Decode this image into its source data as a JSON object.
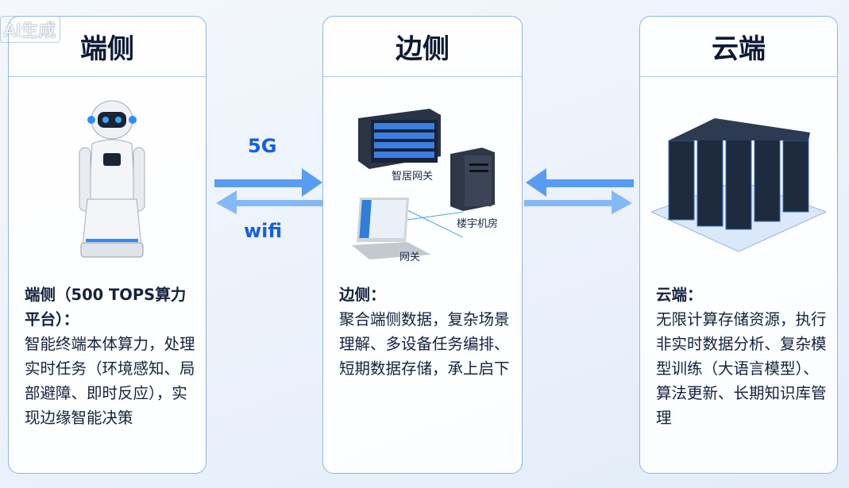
{
  "watermark": "AI生成",
  "panels": {
    "device": {
      "title": "端侧",
      "desc_title": "端侧（500 TOPS算力平台）：",
      "desc": "智能终端本体算力，处理实时任务（环境感知、局部避障、即时反应），实现边缘智能决策"
    },
    "edge": {
      "title": "边侧",
      "desc_title": "边侧：",
      "desc": "聚合端侧数据，复杂场景理解、多设备任务编排、短期数据存储，承上启下",
      "labels": {
        "smart_home_gateway": "智居网关",
        "building_room": "楼宇机房",
        "gateway": "网关"
      }
    },
    "cloud": {
      "title": "云端",
      "desc_title": "云端：",
      "desc": "无限计算存储资源，执行非实时数据分析、复杂模型训练（大语言模型）、算法更新、长期知识库管理"
    }
  },
  "connections": {
    "top_label": "5G",
    "bottom_label": "wifi"
  },
  "colors": {
    "accent": "#1560e0",
    "border": "#8fb5e6"
  }
}
